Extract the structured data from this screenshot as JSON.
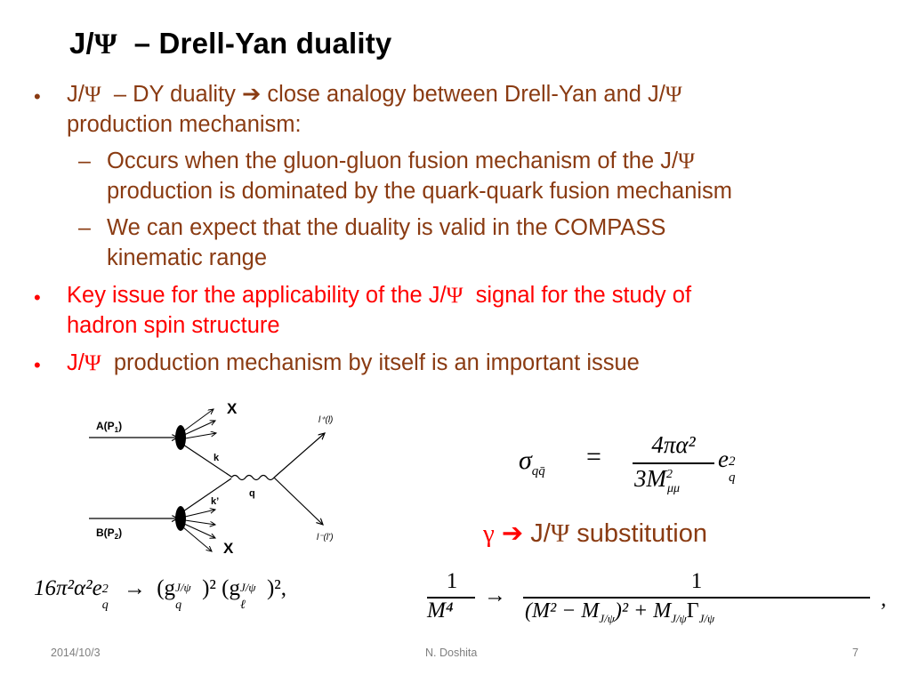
{
  "title": {
    "prefix": "J/",
    "psi": "Ψ",
    "rest": "  – Drell-Yan duality"
  },
  "bullets": {
    "b1": {
      "l1_a": "J/",
      "l1_psi": "Ψ",
      "l1_b": "  – DY duality ",
      "l1_arrow": "➔",
      "l1_c": " close analogy between Drell-Yan and J/",
      "l1_psi2": "Ψ",
      "l2": "production mechanism:"
    },
    "s1": {
      "l1_a": "Occurs when the gluon-gluon fusion mechanism of the J/",
      "l1_psi": "Ψ",
      "l2": "production is dominated by the quark-quark fusion mechanism"
    },
    "s2": {
      "l1": "We can expect that the duality is valid in the COMPASS",
      "l2": "kinematic range"
    },
    "b2": {
      "l1_a": "Key issue for the applicability of the J/",
      "l1_psi": "Ψ",
      "l1_b": "  signal for the study of",
      "l2": "hadron spin structure"
    },
    "b3": {
      "a": "J/",
      "psi": "Ψ",
      "b": "  production mechanism by itself is an important issue"
    }
  },
  "diagram": {
    "label_A": "A(P",
    "sub_A": "1",
    "close_A": ")",
    "label_B": "B(P",
    "sub_B": "2",
    "close_B": ")",
    "x_top": "X",
    "x_bottom": "X",
    "k": "k",
    "k_prime": "k’",
    "q": "q",
    "lepton_plus": "l⁺(l)",
    "lepton_minus": "l⁻(l’)"
  },
  "sigma_formula": {
    "lhs": "σ",
    "lhs_sub": "qq̄",
    "eq": "=",
    "num": "4πα²",
    "den": "3M",
    "den_sub": "μμ",
    "den_sup": "2",
    "e": "e",
    "e_sup": "2",
    "e_sub": "q"
  },
  "substitution": {
    "gamma": "γ",
    "arrow": "➔",
    "text_a": " J/",
    "psi": "Ψ",
    "text_b": " substitution"
  },
  "replacement_1": {
    "lhs": "16π²α²e",
    "lhs_sup": "2",
    "lhs_sub": "q",
    "arrow": "→",
    "rhs": "(g",
    "rhs_sup1": "J/ψ",
    "rhs_sub1": "q",
    "rhs_mid": ")² (g",
    "rhs_sup2": "J/ψ",
    "rhs_sub2": "ℓ",
    "rhs_end": ")²,"
  },
  "replacement_2": {
    "num_l": "1",
    "den_l": "M⁴",
    "arrow": "→",
    "num_r": "1",
    "den_r": "(M² − M",
    "den_r_sub1": "J/ψ",
    "den_r_mid": ")² + M",
    "den_r_sub2": "J/ψ",
    "den_r_g": "Γ",
    "den_r_sub3": "J/ψ",
    "comma": ","
  },
  "footer": {
    "date": "2014/10/3",
    "author": "N. Doshita",
    "page": "7"
  },
  "colors": {
    "body_text": "#8a3b12",
    "highlight": "#ff0000",
    "title": "#000000",
    "footer": "#7f7f7f"
  }
}
